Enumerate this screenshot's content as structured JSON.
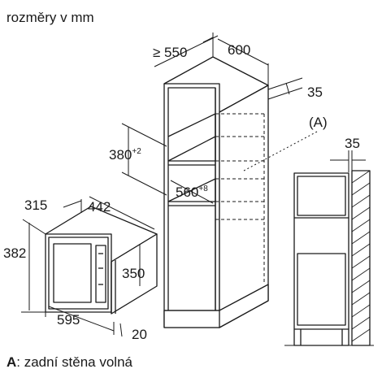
{
  "header": {
    "units": "rozměry v mm"
  },
  "dimensions": {
    "cabinet_depth": "≥ 550",
    "cabinet_width": "600",
    "back_gap": "35",
    "niche_height_base": "380",
    "niche_height_tolerance": "+2",
    "niche_width_base": "560",
    "niche_width_tolerance": "+8",
    "microwave_depth": "315",
    "microwave_width_top": "442",
    "microwave_height": "382",
    "microwave_inner_height": "350",
    "microwave_front_width": "595",
    "microwave_front_depth": "20",
    "side_gap": "35"
  },
  "callout": {
    "marker": "(A)"
  },
  "footer": {
    "key": "A",
    "text": ": zadní stěna volná"
  }
}
